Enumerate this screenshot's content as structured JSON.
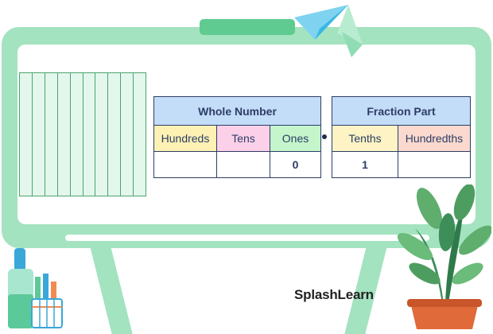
{
  "whole_table": {
    "header": "Whole Number",
    "columns": [
      "Hundreds",
      "Tens",
      "Ones"
    ],
    "values": [
      "",
      "",
      "0"
    ]
  },
  "decimal_point": ".",
  "fraction_table": {
    "header": "Fraction Part",
    "columns": [
      "Tenths",
      "Hundredths"
    ],
    "values": [
      "1",
      ""
    ]
  },
  "strip": {
    "segments": 10,
    "shaded": 10
  },
  "brand": "SplashLearn",
  "colors": {
    "board": "#a3e3bf",
    "header": "#c3dcf8",
    "hundreds": "#fdf1b4",
    "tens": "#fdd0ea",
    "ones": "#c4f5cb",
    "tenths": "#fdf3c4",
    "hundredths": "#fbd9cf"
  }
}
